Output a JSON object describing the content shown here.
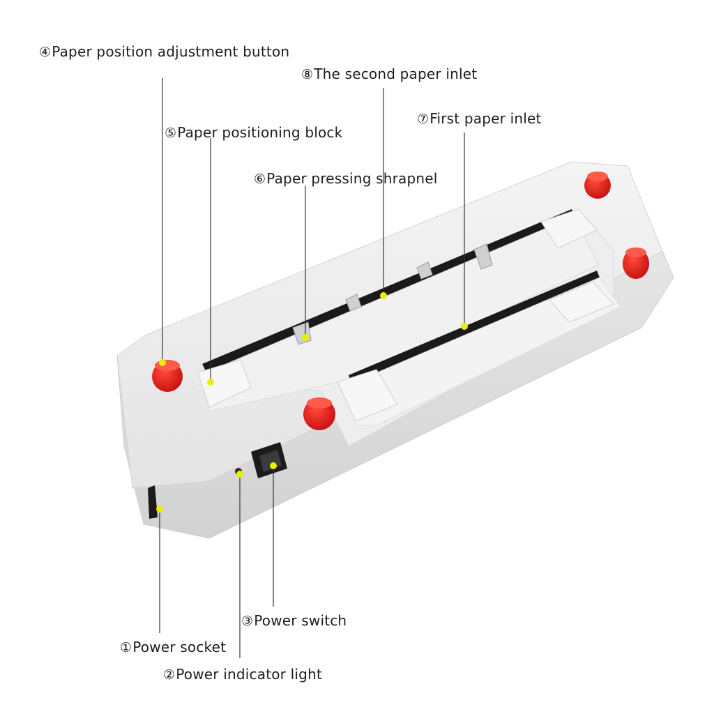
{
  "callouts": [
    {
      "id": "power-socket",
      "number": "①",
      "label": "Power socket"
    },
    {
      "id": "power-indicator-light",
      "number": "②",
      "label": "Power indicator light"
    },
    {
      "id": "power-switch",
      "number": "③",
      "label": "Power switch"
    },
    {
      "id": "paper-position-adjustment-button",
      "number": "④",
      "label": "Paper position adjustment button"
    },
    {
      "id": "paper-positioning-block",
      "number": "⑤",
      "label": "Paper positioning block"
    },
    {
      "id": "paper-pressing-shrapnel",
      "number": "⑥",
      "label": "Paper pressing shrapnel"
    },
    {
      "id": "first-paper-inlet",
      "number": "⑦",
      "label": "First paper inlet"
    },
    {
      "id": "second-paper-inlet",
      "number": "⑧",
      "label": "The second paper inlet"
    }
  ],
  "colors": {
    "body": "#ececec",
    "body_shadow": "#d6d6d6",
    "knob": "#e11a1a",
    "marker": "#e8f000",
    "leader_line": "#333333",
    "slot": "#1a1a1a"
  }
}
